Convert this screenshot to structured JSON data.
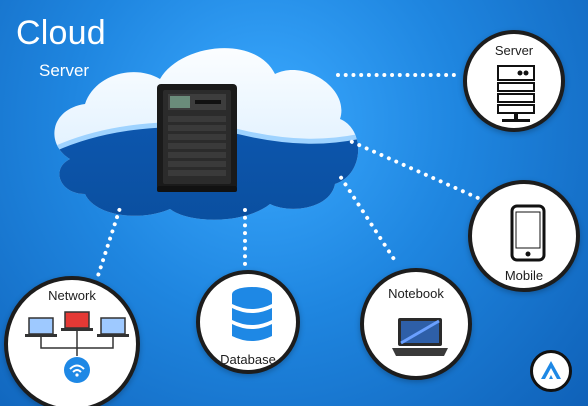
{
  "header": {
    "title": "Cloud",
    "subtitle": "Server"
  },
  "nodes": {
    "server": {
      "label": "Server"
    },
    "mobile": {
      "label": "Mobile"
    },
    "network": {
      "label": "Network"
    },
    "database": {
      "label": "Database"
    },
    "notebook": {
      "label": "Notebook"
    }
  },
  "colors": {
    "background": "#1f86e0",
    "cloud_light": "#dff3ff",
    "cloud_dark": "#0e5bb4",
    "node_border": "#1d1d1d"
  },
  "icons": {
    "cloud": "cloud-icon",
    "rack_server": "rack-server-icon",
    "server": "server-icon",
    "mobile": "mobile-icon",
    "network": "network-icon",
    "database": "database-icon",
    "notebook": "notebook-icon",
    "brand_logo": "logo-icon"
  }
}
